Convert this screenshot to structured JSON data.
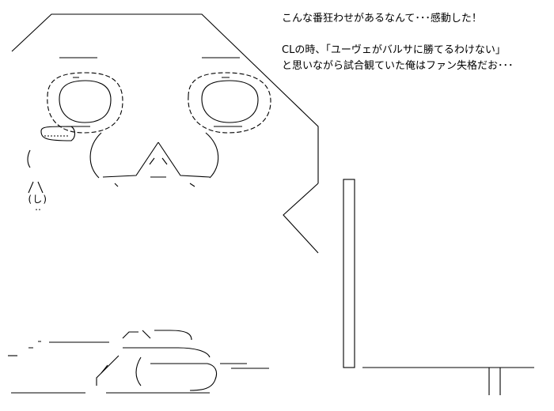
{
  "caption": {
    "line1": "こんな番狂わせがあるなんて･･･感動した！",
    "line2": "",
    "line3": "CLの時、「ユーヴェがバルサに勝てるわけない」",
    "line4": "と思いながら試合観ていた俺はファン失格だお･･･"
  },
  "art": {
    "tear_glyph": "(し)"
  }
}
